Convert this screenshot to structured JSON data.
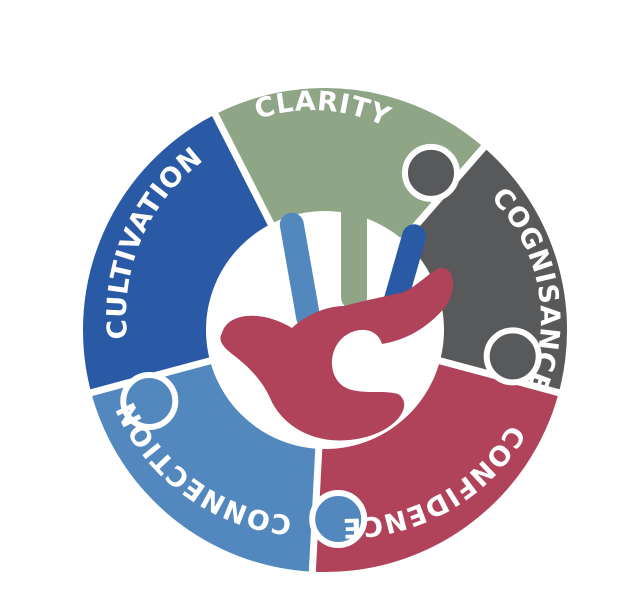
{
  "diagram": {
    "segments": [
      {
        "id": "clarity",
        "label": "CLARITY",
        "color": "#8ea586"
      },
      {
        "id": "cognisance",
        "label": "COGNISANCE",
        "color": "#58595b"
      },
      {
        "id": "confidence",
        "label": "CONFIDENCE",
        "color": "#b0435a"
      },
      {
        "id": "connection",
        "label": "CONNECTION",
        "color": "#5288be"
      },
      {
        "id": "cultivation",
        "label": "CULTIVATION",
        "color": "#2a5aa6"
      }
    ],
    "hand": {
      "icon": "hand-c-icon",
      "palm_color": "#b0435a",
      "finger_colors": [
        "#5288be",
        "#8ea586",
        "#2a5aa6"
      ]
    }
  }
}
